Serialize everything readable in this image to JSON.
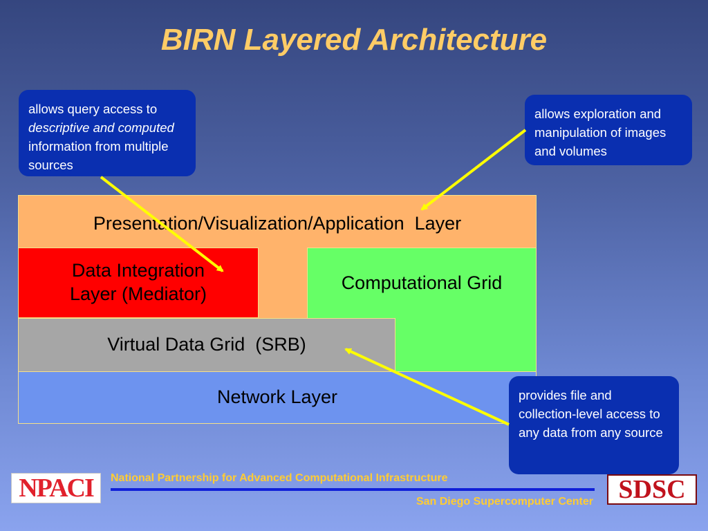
{
  "title": "BIRN Layered Architecture",
  "layers": {
    "presentation": "Presentation/Visualization/Application  Layer",
    "data_integration_line1": "Data Integration",
    "data_integration_line2": "Layer (Mediator)",
    "computational_grid": "Computational Grid",
    "virtual_data_grid": "Virtual Data Grid  (SRB)",
    "network": "Network Layer"
  },
  "callouts": {
    "query": {
      "part1": "allows query access to ",
      "emphasis": "descriptive and computed",
      "part2": " information from multiple sources"
    },
    "explore": "allows exploration and manipulation of images and volumes",
    "file_access": "provides file and collection-level access to any data from any source"
  },
  "footer": {
    "npaci_name": "National Partnership for Advanced Computational Infrastructure",
    "sdsc_name": "San Diego Supercomputer Center",
    "npaci_logo": "NPACI",
    "sdsc_logo": "SDSC"
  },
  "colors": {
    "title": "#ffcc66",
    "presentation_layer": "#ffb36b",
    "data_integration_layer": "#ff0000",
    "computational_grid": "#66ff66",
    "virtual_data_grid": "#a6a6a6",
    "network_layer": "#6d93ef",
    "callout": "#0a2fb0",
    "arrow": "#ffff00"
  }
}
